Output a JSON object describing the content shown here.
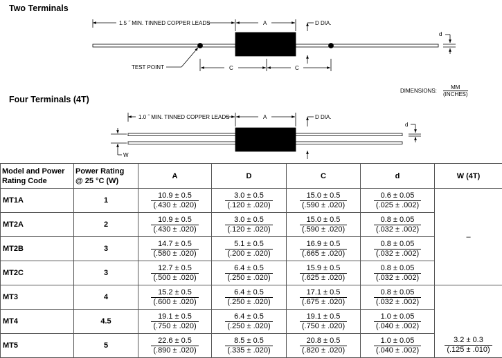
{
  "section_two": "Two Terminals",
  "section_four": "Four Terminals (4T)",
  "diagram_two": {
    "leads_label": "1.5 ˝ MIN. TINNED COPPER LEADS",
    "a_label": "A",
    "d_dia_label": "D DIA.",
    "d_small_label": "d",
    "test_point_label": "TEST POINT",
    "c_left_label": "C",
    "c_right_label": "C"
  },
  "diagram_four": {
    "leads_label": "1.0 ˝ MIN. TINNED COPPER LEADS",
    "a_label": "A",
    "d_dia_label": "D DIA.",
    "d_small_label": "d",
    "w_label": "W"
  },
  "dimensions": {
    "label": "DIMENSIONS:",
    "unit_top": "MM",
    "unit_bottom": "(INCHES)"
  },
  "table": {
    "headers": {
      "model": [
        "Model and Power",
        "Rating Code"
      ],
      "power": [
        "Power Rating",
        "@ 25 °C (W)"
      ],
      "a": "A",
      "d_big": "D",
      "c": "C",
      "d_small": "d",
      "w": "W (4T)"
    },
    "rows": [
      {
        "model": "MT1A",
        "rating": "1",
        "a": [
          "10.9 ± 0.5",
          "(.430 ± .020)"
        ],
        "dd": [
          "3.0 ± 0.5",
          "(.120 ± .020)"
        ],
        "c": [
          "15.0 ± 0.5",
          "(.590 ± .020)"
        ],
        "d": [
          "0.6 ± 0.05",
          "(.025 ± .002)"
        ]
      },
      {
        "model": "MT2A",
        "rating": "2",
        "a": [
          "10.9 ± 0.5",
          "(.430 ± .020)"
        ],
        "dd": [
          "3.0 ± 0.5",
          "(.120 ± .020)"
        ],
        "c": [
          "15.0 ± 0.5",
          "(.590 ± .020)"
        ],
        "d": [
          "0.8 ± 0.05",
          "(.032 ± .002)"
        ]
      },
      {
        "model": "MT2B",
        "rating": "3",
        "a": [
          "14.7 ± 0.5",
          "(.580 ± .020)"
        ],
        "dd": [
          "5.1 ± 0.5",
          "(.200 ± .020)"
        ],
        "c": [
          "16.9 ± 0.5",
          "(.665 ± .020)"
        ],
        "d": [
          "0.8 ± 0.05",
          "(.032 ± .002)"
        ]
      },
      {
        "model": "MT2C",
        "rating": "3",
        "a": [
          "12.7 ± 0.5",
          "(.500 ± .020)"
        ],
        "dd": [
          "6.4 ± 0.5",
          "(.250 ± .020)"
        ],
        "c": [
          "15.9 ± 0.5",
          "(.625 ± .020)"
        ],
        "d": [
          "0.8 ± 0.05",
          "(.032 ± .002)"
        ]
      },
      {
        "model": "MT3",
        "rating": "4",
        "a": [
          "15.2 ± 0.5",
          "(.600 ± .020)"
        ],
        "dd": [
          "6.4 ± 0.5",
          "(.250 ± .020)"
        ],
        "c": [
          "17.1 ± 0.5",
          "(.675 ± .020)"
        ],
        "d": [
          "0.8 ± 0.05",
          "(.032 ± .002)"
        ]
      },
      {
        "model": "MT4",
        "rating": "4.5",
        "a": [
          "19.1 ± 0.5",
          "(.750 ± .020)"
        ],
        "dd": [
          "6.4 ± 0.5",
          "(.250 ± .020)"
        ],
        "c": [
          "19.1 ± 0.5",
          "(.750 ± .020)"
        ],
        "d": [
          "1.0 ± 0.05",
          "(.040 ± .002)"
        ]
      },
      {
        "model": "MT5",
        "rating": "5",
        "a": [
          "22.6 ± 0.5",
          "(.890 ± .020)"
        ],
        "dd": [
          "8.5 ± 0.5",
          "(.335 ± .020)"
        ],
        "c": [
          "20.8 ± 0.5",
          "(.820 ± .020)"
        ],
        "d": [
          "1.0 ± 0.05",
          "(.040 ± .002)"
        ]
      }
    ],
    "w_dash": "–",
    "w_mt5": [
      "3.2 ± 0.3",
      "(.125 ± .010)"
    ]
  }
}
